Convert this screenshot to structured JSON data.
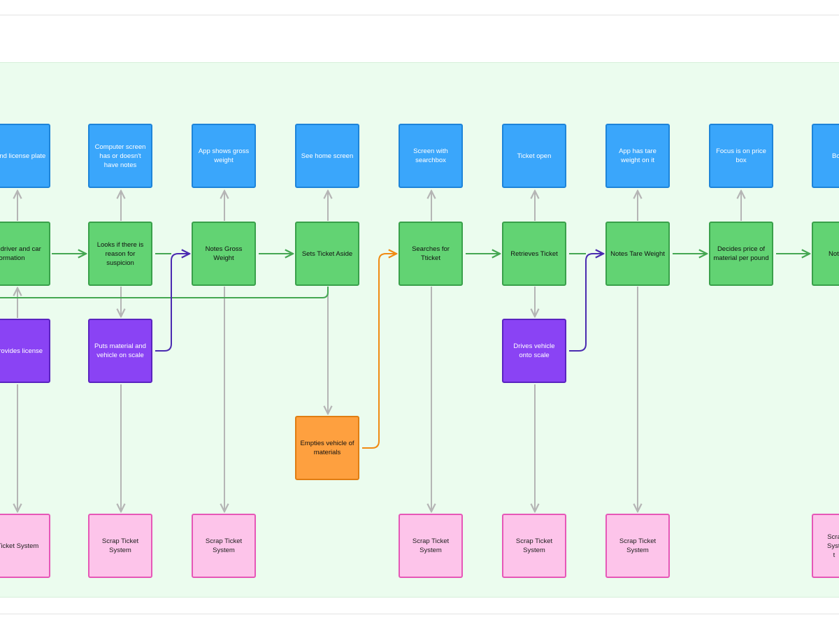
{
  "nodes": [
    {
      "id": "c1-top",
      "color": "blue",
      "label": "License and license plate"
    },
    {
      "id": "c2-top",
      "color": "blue",
      "label": "Computer screen has or doesn't have notes"
    },
    {
      "id": "c3-top",
      "color": "blue",
      "label": "App shows gross weight"
    },
    {
      "id": "c4-top",
      "color": "blue",
      "label": "See home screen"
    },
    {
      "id": "c5-top",
      "color": "blue",
      "label": "Screen with searchbox"
    },
    {
      "id": "c6-top",
      "color": "blue",
      "label": "Ticket open"
    },
    {
      "id": "c7-top",
      "color": "blue",
      "label": "App has tare weight on it"
    },
    {
      "id": "c8-top",
      "color": "blue",
      "label": "Focus is on price box"
    },
    {
      "id": "c9-top",
      "color": "blue",
      "label": "Bo"
    },
    {
      "id": "c1-mid",
      "color": "green",
      "label": "alidates driver and car information"
    },
    {
      "id": "c2-mid",
      "color": "green",
      "label": "Looks if there is reason for suspicion"
    },
    {
      "id": "c3-mid",
      "color": "green",
      "label": "Notes Gross Weight"
    },
    {
      "id": "c4-mid",
      "color": "green",
      "label": "Sets Ticket Aside"
    },
    {
      "id": "c5-mid",
      "color": "green",
      "label": "Searches for Tticket"
    },
    {
      "id": "c6-mid",
      "color": "green",
      "label": "Retrieves Ticket"
    },
    {
      "id": "c7-mid",
      "color": "green",
      "label": "Notes Tare Weight"
    },
    {
      "id": "c8-mid",
      "color": "green",
      "label": "Decides price of material per pound"
    },
    {
      "id": "c9-mid",
      "color": "green",
      "label": "Not"
    },
    {
      "id": "c1-low",
      "color": "purple",
      "label": "rapper provides license"
    },
    {
      "id": "c2-low",
      "color": "purple",
      "label": "Puts material and vehicle on scale"
    },
    {
      "id": "c6-low",
      "color": "purple",
      "label": "Drives vehicle onto scale"
    },
    {
      "id": "c4-extra",
      "color": "orange",
      "label": "Empties vehicle of materials"
    },
    {
      "id": "c1-sys",
      "color": "pink",
      "label": "Scrap Ticket System"
    },
    {
      "id": "c2-sys",
      "color": "pink",
      "label": "Scrap Ticket System"
    },
    {
      "id": "c3-sys",
      "color": "pink",
      "label": "Scrap Ticket System"
    },
    {
      "id": "c5-sys",
      "color": "pink",
      "label": "Scrap Ticket System"
    },
    {
      "id": "c6-sys",
      "color": "pink",
      "label": "Scrap Ticket System"
    },
    {
      "id": "c7-sys",
      "color": "pink",
      "label": "Scrap Ticket System"
    },
    {
      "id": "c9-sys",
      "color": "pink",
      "label": "Scra Syste t"
    }
  ],
  "edge_colors": {
    "flow": "#45a752",
    "link": "#b5b5b5",
    "purple": "#4a2ab0",
    "orange": "#f08a12"
  }
}
